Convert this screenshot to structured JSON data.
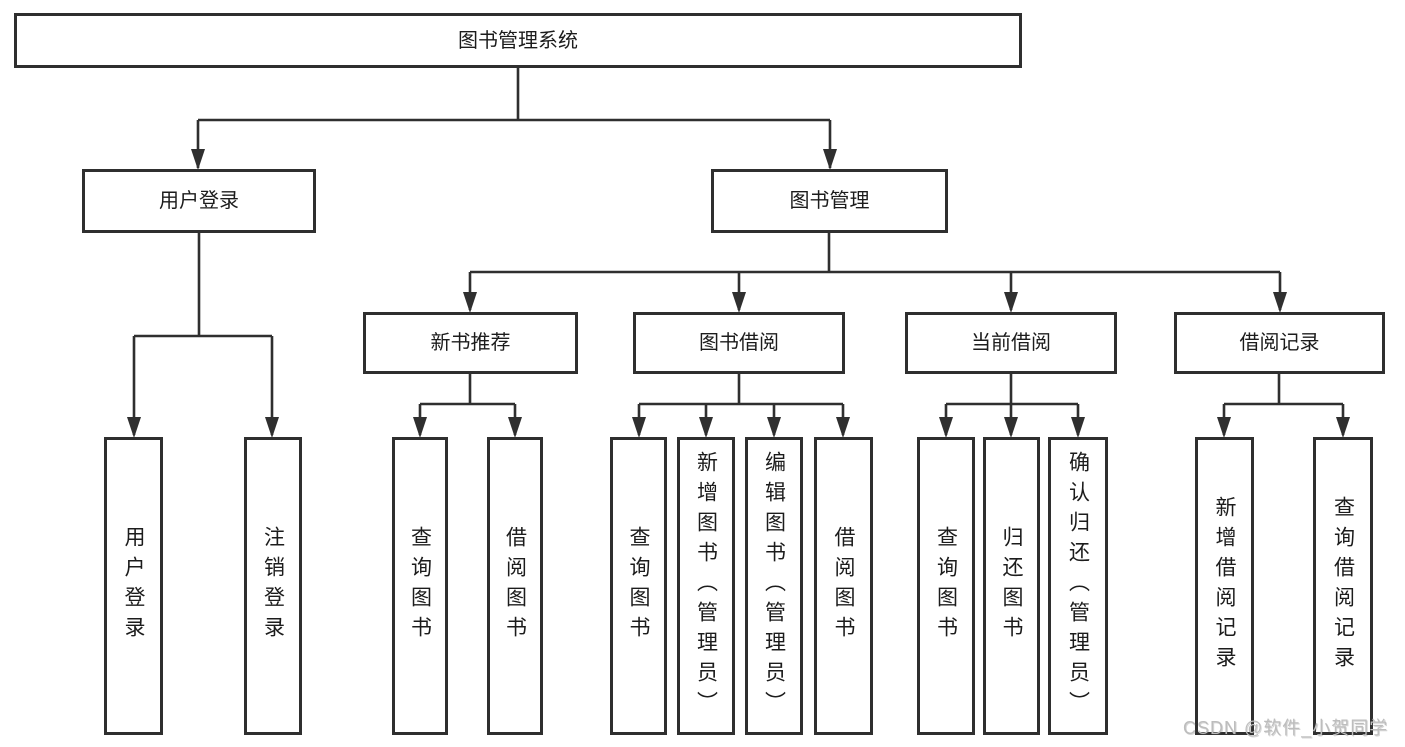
{
  "diagram": {
    "root": {
      "label": "图书管理系统",
      "children": [
        {
          "label": "用户登录",
          "children": [
            {
              "label": "用户登录"
            },
            {
              "label": "注销登录"
            }
          ]
        },
        {
          "label": "图书管理",
          "children": [
            {
              "label": "新书推荐",
              "children": [
                {
                  "label": "查询图书"
                },
                {
                  "label": "借阅图书"
                }
              ]
            },
            {
              "label": "图书借阅",
              "children": [
                {
                  "label": "查询图书"
                },
                {
                  "label": "新增图书（管理员）"
                },
                {
                  "label": "编辑图书（管理员）"
                },
                {
                  "label": "借阅图书"
                }
              ]
            },
            {
              "label": "当前借阅",
              "children": [
                {
                  "label": "查询图书"
                },
                {
                  "label": "归还图书"
                },
                {
                  "label": "确认归还（管理员）"
                }
              ]
            },
            {
              "label": "借阅记录",
              "children": [
                {
                  "label": "新增借阅记录"
                },
                {
                  "label": "查询借阅记录"
                }
              ]
            }
          ]
        }
      ]
    }
  },
  "watermark": {
    "text": "CSDN @软件_小贺同学"
  },
  "colors": {
    "line": "#2f2f2f",
    "text": "#1c1c1c",
    "background": "#ffffff",
    "watermark": "#bdbdbd"
  }
}
